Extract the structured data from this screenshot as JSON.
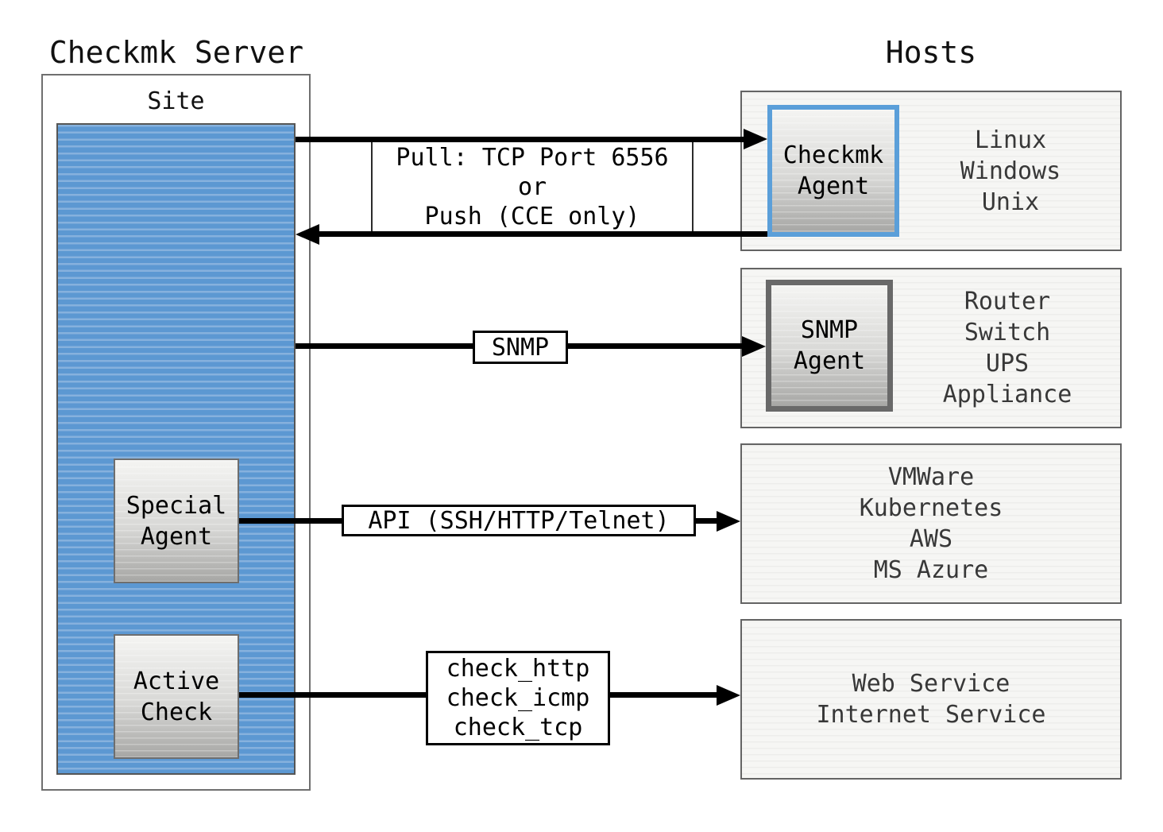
{
  "titles": {
    "server": "Checkmk Server",
    "hosts": "Hosts"
  },
  "site": {
    "label": "Site"
  },
  "server_components": {
    "special_agent": {
      "lines": [
        "Special",
        "Agent"
      ]
    },
    "active_check": {
      "lines": [
        "Active",
        "Check"
      ]
    }
  },
  "host_agents": {
    "checkmk_agent": {
      "lines": [
        "Checkmk",
        "Agent"
      ]
    },
    "snmp_agent": {
      "lines": [
        "SNMP",
        "Agent"
      ]
    }
  },
  "hosts": [
    {
      "name": "linux-windows-unix",
      "lines": [
        "Linux",
        "Windows",
        "Unix"
      ]
    },
    {
      "name": "network-devices",
      "lines": [
        "Router",
        "Switch",
        "UPS",
        "Appliance"
      ]
    },
    {
      "name": "cloud-platforms",
      "lines": [
        "VMWare",
        "Kubernetes",
        "AWS",
        "MS Azure"
      ]
    },
    {
      "name": "web-services",
      "lines": [
        "Web Service",
        "Internet Service"
      ]
    }
  ],
  "connections": {
    "pull_label_lines": [
      "Pull: TCP Port 6556",
      "or",
      "Push (CCE only)"
    ],
    "snmp_label": "SNMP",
    "api_label": "API (SSH/HTTP/Telnet)",
    "checks_label_lines": [
      "check_http",
      "check_icmp",
      "check_tcp"
    ]
  },
  "colors": {
    "site_core_blue": "#5c98d2",
    "site_core_stripe": "#86b1dd",
    "checkmk_agent_border_blue": "#5b9fd9",
    "snmp_agent_border_gray": "#696969",
    "host_box_bg": "#f6f6f4",
    "host_text_gray": "#383838",
    "arrow_black": "#000000"
  }
}
